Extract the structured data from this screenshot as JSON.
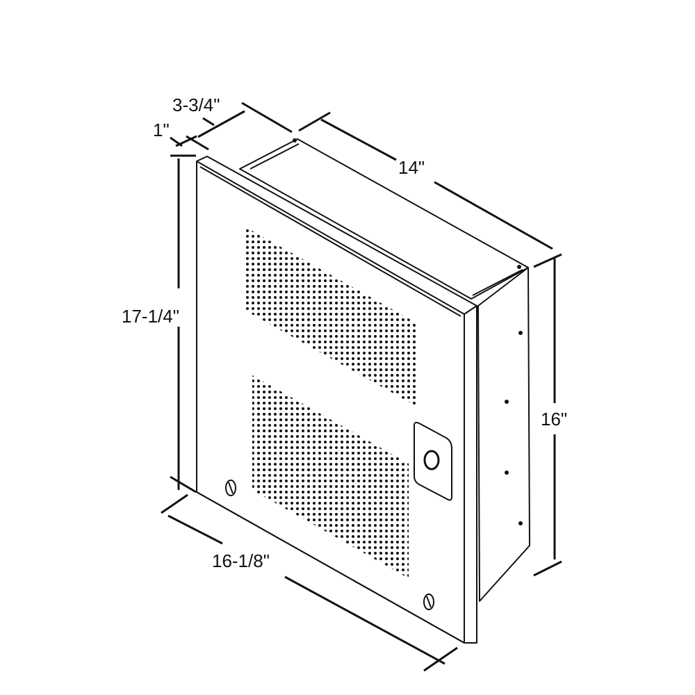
{
  "diagram": {
    "subject": "Wall-mounted recessed heater enclosure (isometric line drawing)",
    "dimensions": {
      "depth_total": "3-3/4\"",
      "grille_projection": "1\"",
      "box_width": "14\"",
      "grille_height": "17-1/4\"",
      "box_height": "16\"",
      "grille_width": "16-1/8\""
    },
    "colors": {
      "line": "#111111",
      "background": "#ffffff"
    }
  }
}
